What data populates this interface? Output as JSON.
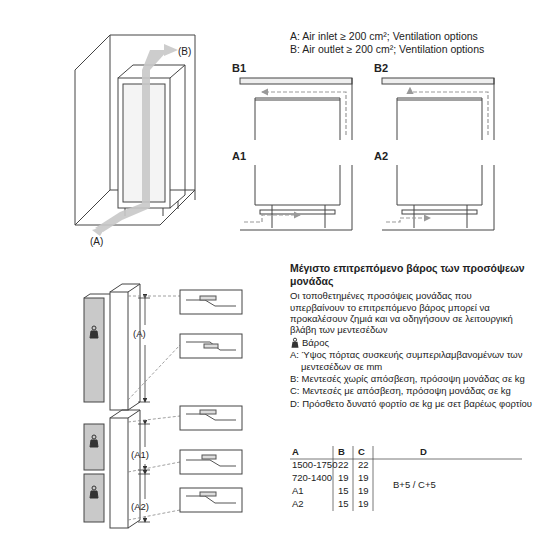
{
  "diagram": {
    "title": "Μέγιστο επιτρεπόμενο βάρος των προσόψεων μονάδας",
    "labels": [
      "(B)",
      "(A)",
      "A: Air inlet ≥ 200 cm²; Ventilation options",
      "B: Air outlet ≥ 200 cm²; Ventilation options",
      "B1",
      "B2",
      "A1",
      "A2",
      "(A)",
      "(A1)",
      "(A2)",
      "Οι τοποθετημένες προσόψεις μονάδας που υπερβαίνουν το επιτρεπόμενο βάρος μπορεί να προκαλέσουν ζημιά και να οδηγήσουν σε λειτουργική βλάβη των μεντεσέδων",
      "Βάρος",
      "A: Ύψος πόρτας συσκευής συμπεριλαμβανομένων των μεντεσέδων σε mm",
      "B: Μεντεσές χωρίς απόσβεση, πρόσοψη μονάδας σε kg",
      "C: Μεντεσές με απόσβεση, πρόσοψη μονάδας σε kg",
      "D: Πρόσθετο δυνατό φορτίο σε kg με σετ βαρέως φορτίου",
      "A",
      "B",
      "C",
      "D",
      "1500-1750",
      "22",
      "22",
      "720-1400",
      "19",
      "19",
      "A1",
      "15",
      "19",
      "A2",
      "15",
      "19",
      "B+5 / C+5"
    ]
  }
}
